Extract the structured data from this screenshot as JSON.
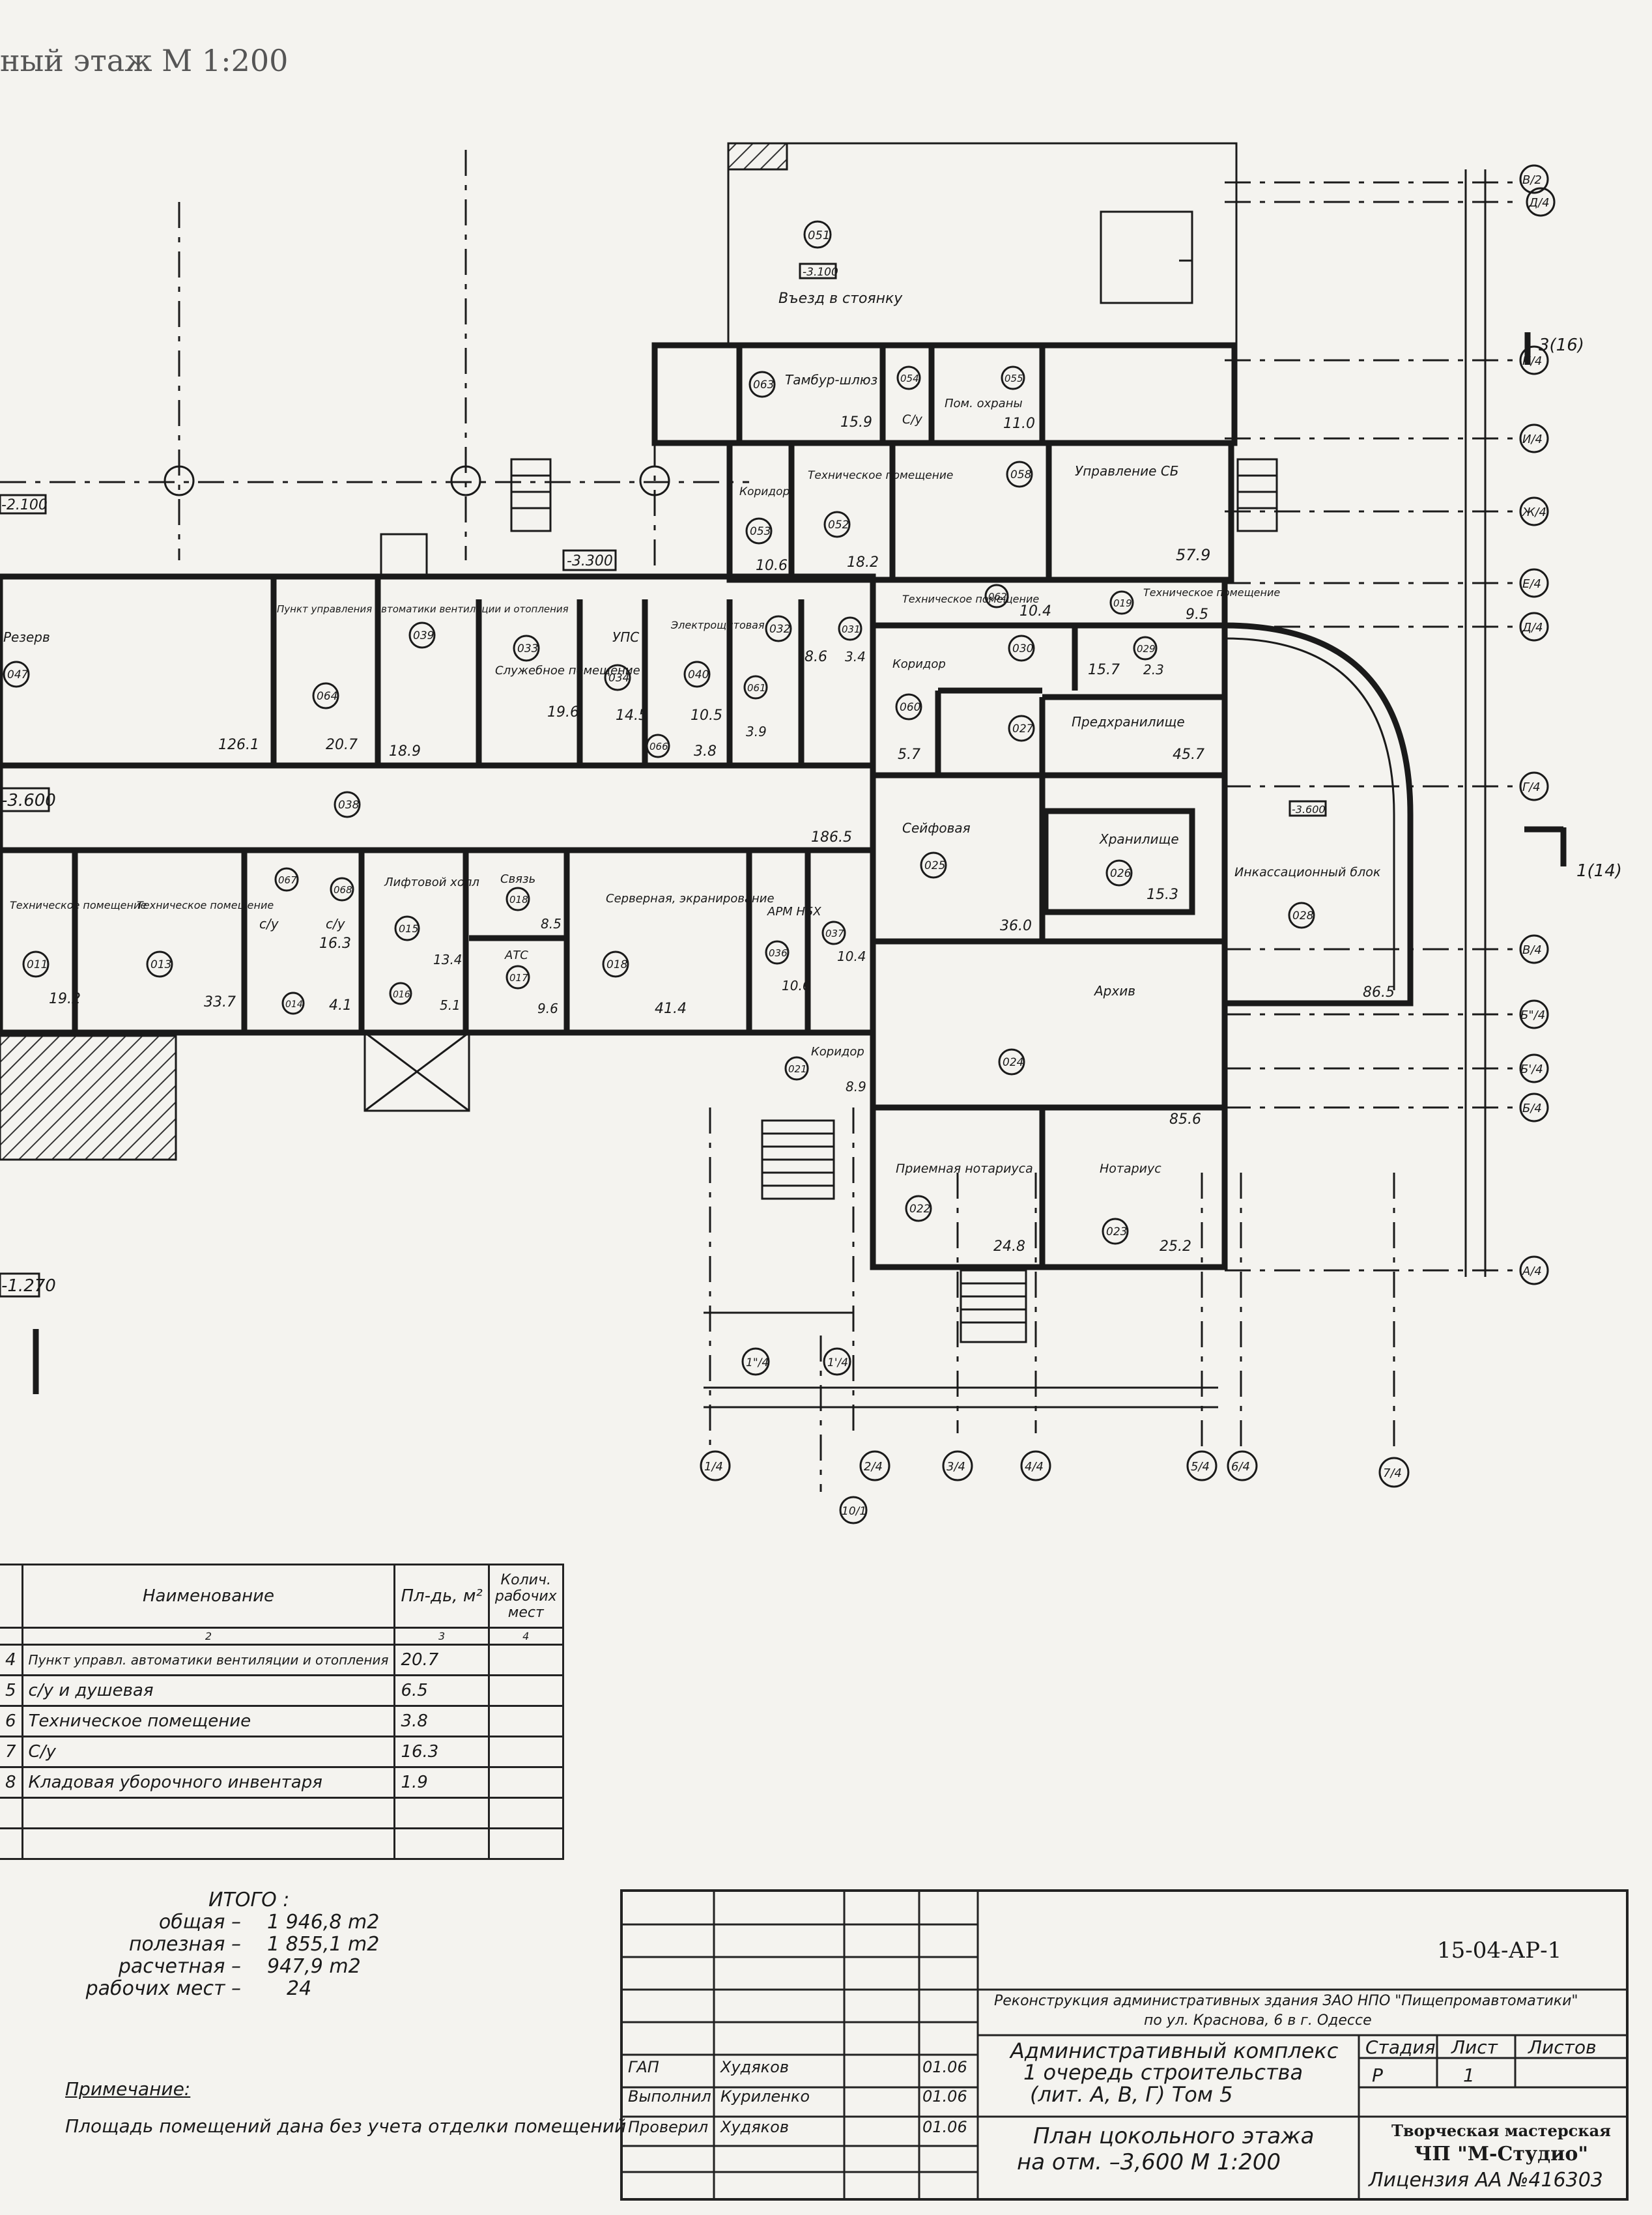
{
  "sheet_title_partial": "ный этаж  М 1:200",
  "rooms": [
    {
      "id": "051",
      "name": "Въезд в стоянку",
      "area": ""
    },
    {
      "id": "063",
      "name": "Тамбур-шлюз",
      "area": "15.9"
    },
    {
      "id": "054",
      "name": "С/у",
      "area": ""
    },
    {
      "id": "055",
      "name": "Пом. охраны",
      "area": "11.0"
    },
    {
      "id": "053",
      "name": "Коридор",
      "area": "10.6"
    },
    {
      "id": "052",
      "name": "Техническое помещение",
      "area": "18.2"
    },
    {
      "id": "058",
      "name": "Управление СБ",
      "area": "57.9"
    },
    {
      "id": "062",
      "name": "Техническое помещение",
      "area": "10.4"
    },
    {
      "id": "019",
      "name": "Техническое помещение",
      "area": "9.5"
    },
    {
      "id": "047",
      "name": "Резерв",
      "area": "126.1"
    },
    {
      "id": "064",
      "name": "Пункт управления автоматики вентиляции и отопления",
      "area": "20.7"
    },
    {
      "id": "039",
      "name": "",
      "area": "18.9"
    },
    {
      "id": "033",
      "name": "Служебное помещение",
      "area": "19.6"
    },
    {
      "id": "034",
      "name": "УПС",
      "area": "14.5"
    },
    {
      "id": "040",
      "name": "Электрощитовая",
      "area": "10.5"
    },
    {
      "id": "066",
      "name": "",
      "area": "3.8"
    },
    {
      "id": "061",
      "name": "",
      "area": "3.9"
    },
    {
      "id": "032",
      "name": "",
      "area": "8.6"
    },
    {
      "id": "031",
      "name": "",
      "area": "3.4"
    },
    {
      "id": "060",
      "name": "Коридор",
      "area": "5.7"
    },
    {
      "id": "030",
      "name": "",
      "area": "15.7"
    },
    {
      "id": "029",
      "name": "",
      "area": "2.3"
    },
    {
      "id": "027",
      "name": "Предхранилище",
      "area": "45.7"
    },
    {
      "id": "038",
      "name": "",
      "area": "186.5"
    },
    {
      "id": "011",
      "name": "Техническое помещение",
      "area": "19.2"
    },
    {
      "id": "013",
      "name": "Техническое помещение",
      "area": "33.7"
    },
    {
      "id": "067",
      "name": "с/у",
      "area": "16.3"
    },
    {
      "id": "068",
      "name": "с/у",
      "area": ""
    },
    {
      "id": "014",
      "name": "",
      "area": "4.1"
    },
    {
      "id": "015",
      "name": "Лифтовой холл",
      "area": "13.4"
    },
    {
      "id": "016",
      "name": "",
      "area": "5.1"
    },
    {
      "id": "018",
      "name": "Связь",
      "area": "8.5"
    },
    {
      "id": "017",
      "name": "АТС",
      "area": "9.6"
    },
    {
      "id": "018",
      "name": "Серверная, экранирование",
      "area": "41.4"
    },
    {
      "id": "036",
      "name": "АРМ НБХ",
      "area": "10.6"
    },
    {
      "id": "037",
      "name": "",
      "area": "10.4"
    },
    {
      "id": "025",
      "name": "Сейфовая",
      "area": "36.0"
    },
    {
      "id": "026",
      "name": "Хранилище",
      "area": "15.3"
    },
    {
      "id": "028",
      "name": "Инкассационный блок",
      "area": "86.5"
    },
    {
      "id": "024",
      "name": "Архив",
      "area": "85.6"
    },
    {
      "id": "021",
      "name": "Коридор",
      "area": "8.9"
    },
    {
      "id": "022",
      "name": "Приемная нотариуса",
      "area": "24.8"
    },
    {
      "id": "023",
      "name": "Нотариус",
      "area": "25.2"
    }
  ],
  "levels": [
    "-3.100",
    "-3.300",
    "-3.600",
    "-2.100",
    "-1.270",
    "-3.600"
  ],
  "axes_right": [
    "В/2",
    "Д/4",
    "К/4",
    "И/4",
    "Ж/4",
    "Е/4",
    "Д/4",
    "Г/4",
    "В/4",
    "Б\"/4",
    "Б'/4",
    "Б/4",
    "А/4"
  ],
  "axes_bottom": [
    "1/4",
    "2/4",
    "3/4",
    "4/4",
    "5/4",
    "6/4",
    "7/4",
    "1\"/4",
    "1'/4",
    "10/1"
  ],
  "section_marks": [
    "3(16)",
    "1(14)"
  ],
  "legend": {
    "headers": [
      "Наименование",
      "Пл-дь, м²",
      "Колич. рабочих мест"
    ],
    "col_numbers": [
      "2",
      "3",
      "4"
    ],
    "rows": [
      {
        "num": "4",
        "name": "Пункт управл. автоматики вентиляции и отопления",
        "area": "20.7"
      },
      {
        "num": "5",
        "name": "с/у и душевая",
        "area": "6.5"
      },
      {
        "num": "6",
        "name": "Техническое помещение",
        "area": "3.8"
      },
      {
        "num": "7",
        "name": "С/у",
        "area": "16.3"
      },
      {
        "num": "8",
        "name": "Кладовая уборочного инвентаря",
        "area": "1.9"
      },
      {
        "num": "",
        "name": "",
        "area": ""
      },
      {
        "num": "",
        "name": "",
        "area": ""
      }
    ]
  },
  "totals": {
    "title": "ИТОГО :",
    "rows": [
      {
        "label": "общая –",
        "value": "1 946,8 m2"
      },
      {
        "label": "полезная –",
        "value": "1 855,1 m2"
      },
      {
        "label": "расчетная –",
        "value": "947,9 m2"
      },
      {
        "label": "рабочих мест –",
        "value": "24"
      }
    ]
  },
  "note": {
    "title": "Примечание:",
    "text": "Площадь помещений дана без учета отделки помещений"
  },
  "stamp": {
    "code": "15-04-АР-1",
    "project": "Реконструкция административных здания ЗАО НПО \"Пищепромавтоматики\"",
    "address": "по ул. Краснова, 6 в г. Одессе",
    "complex": "Административный комплекс",
    "stage_line": "1 очередь строительства",
    "lit": "(лит. А, В, Г)     Том 5",
    "plan": "План цокольного этажа",
    "plan_level": "на отм. –3,600     М 1:200",
    "stage_h": "Стадия",
    "sheet_h": "Лист",
    "sheets_h": "Листов",
    "stage_v": "Р",
    "sheet_v": "1",
    "org1": "Творческая мастерская",
    "org2": "ЧП \"М-Студио\"",
    "license": "Лицензия АА №416303",
    "people": [
      {
        "role": "ГАП",
        "name": "Худяков",
        "date": "01.06"
      },
      {
        "role": "Выполнил",
        "name": "Куриленко",
        "date": "01.06"
      },
      {
        "role": "Проверил",
        "name": "Худяков",
        "date": "01.06"
      }
    ]
  }
}
